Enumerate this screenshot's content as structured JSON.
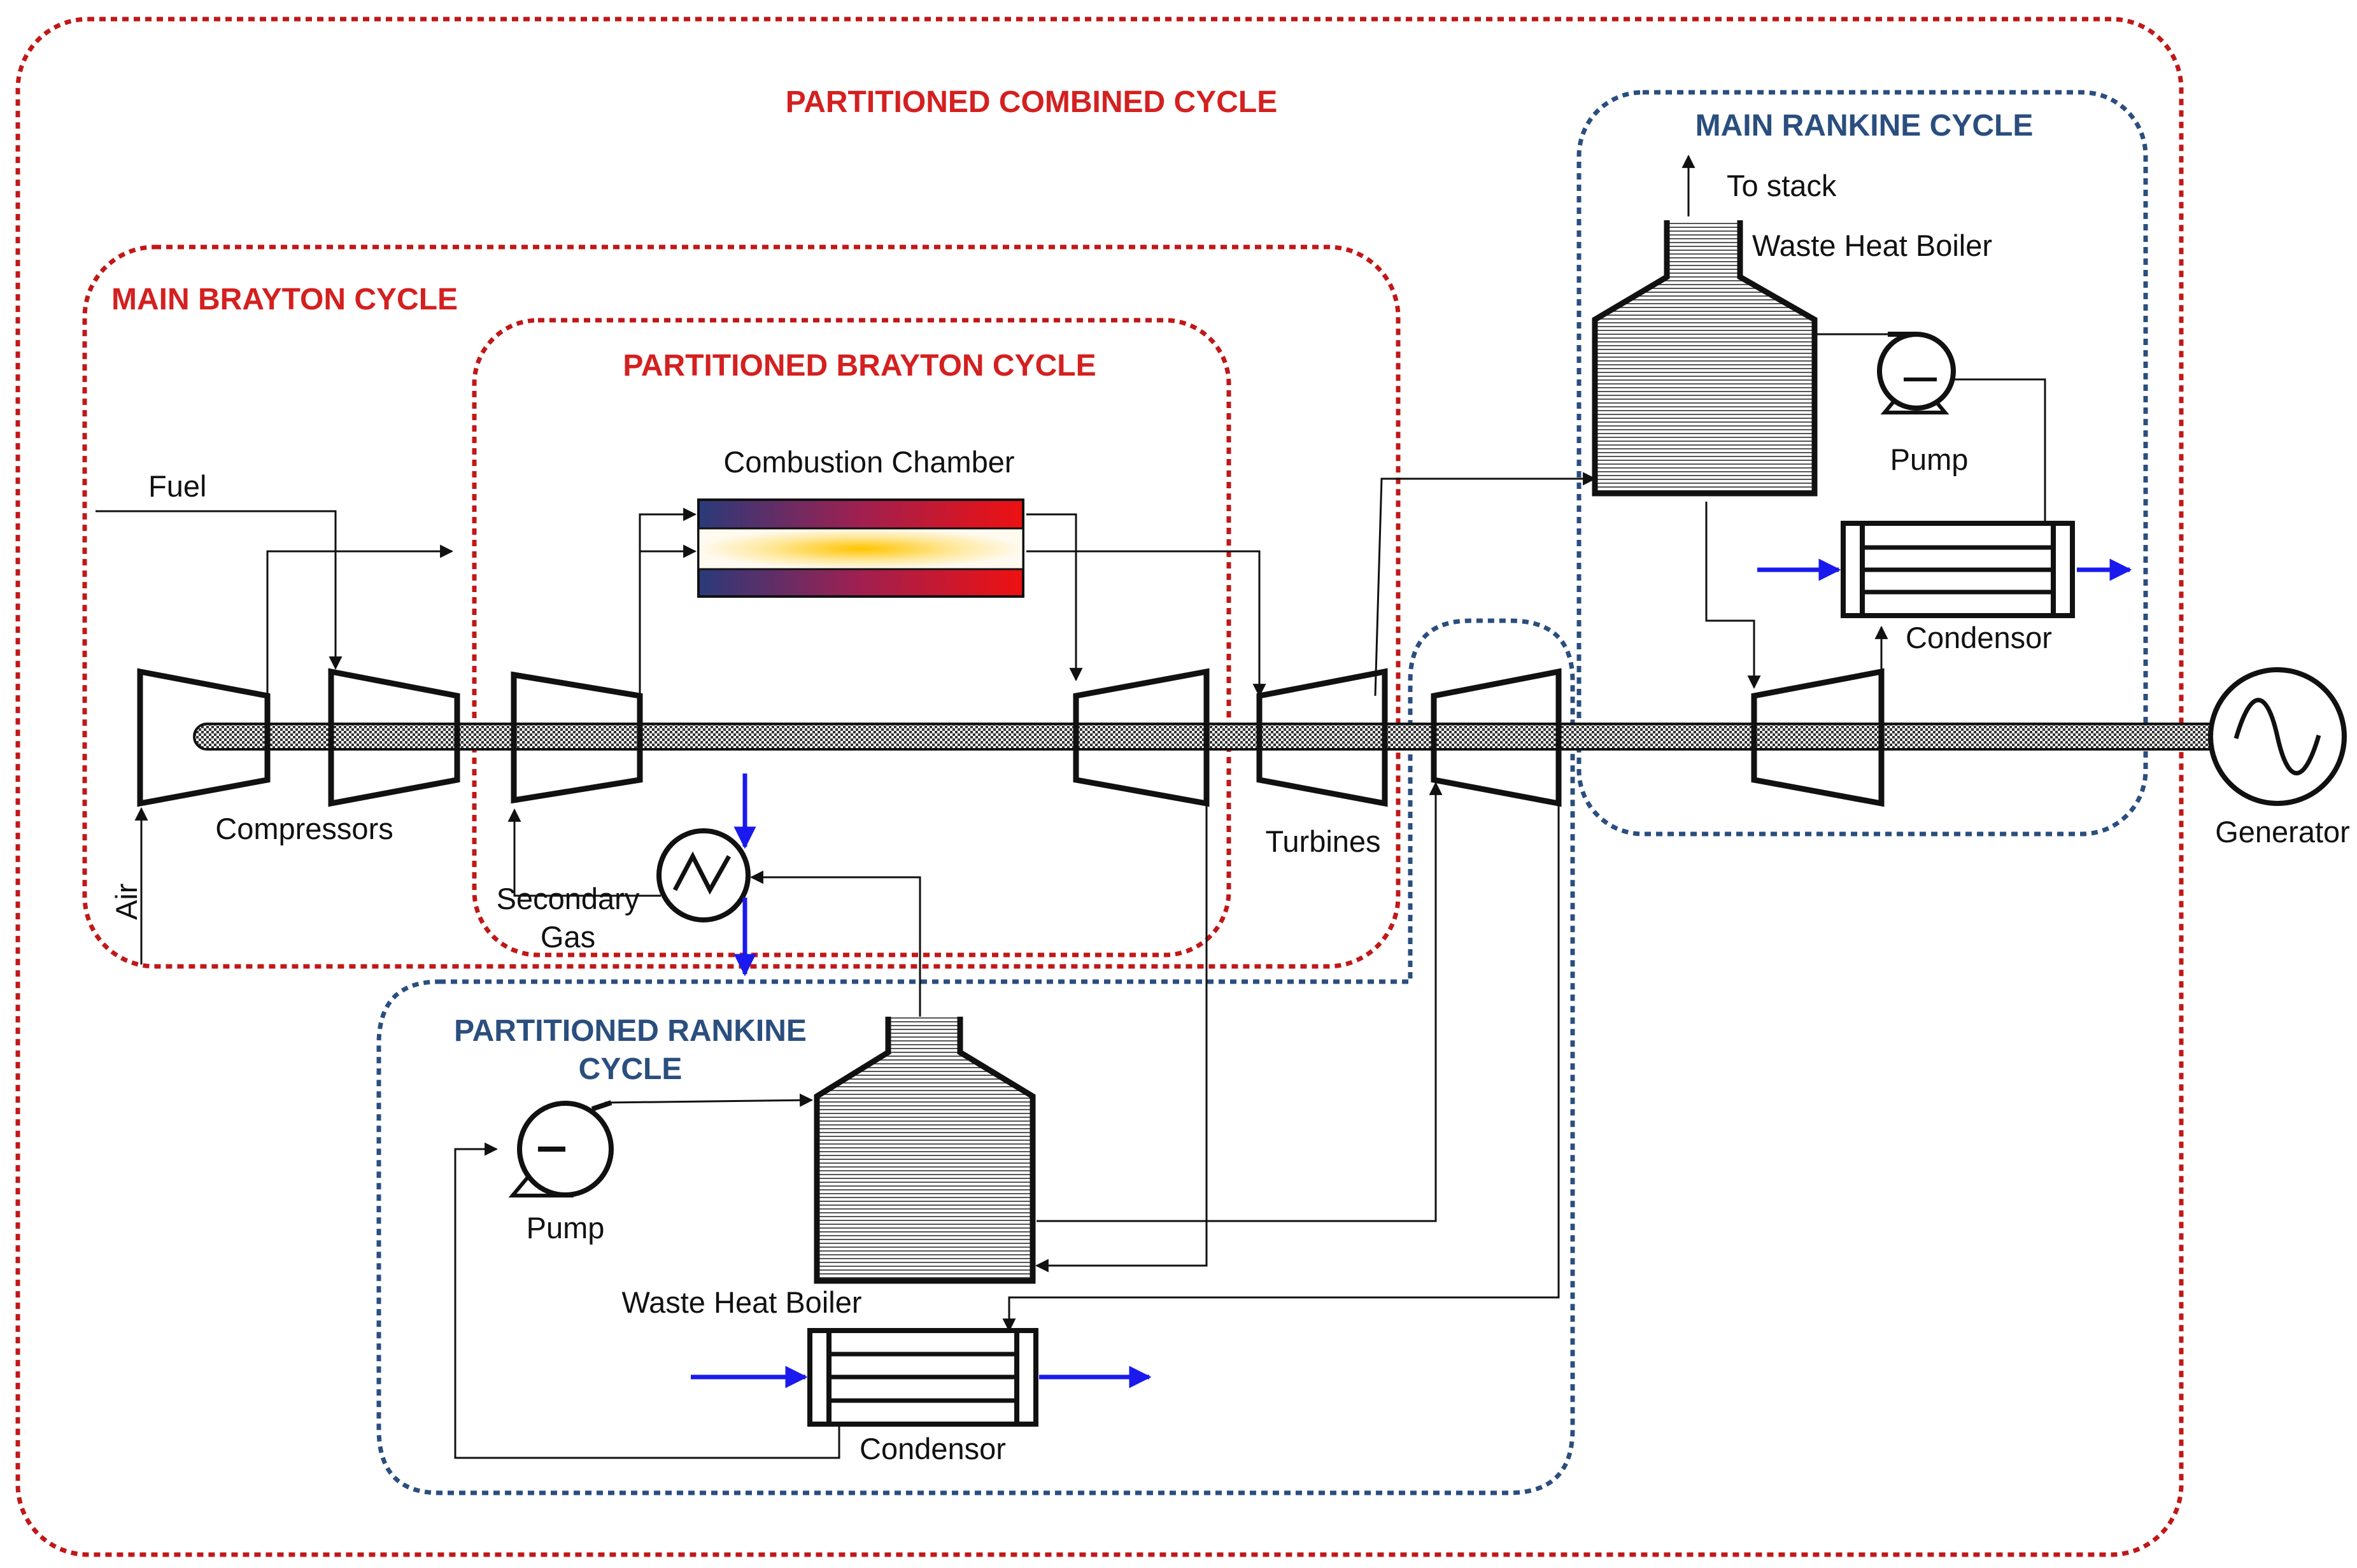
{
  "titles": {
    "combined": "PARTITIONED COMBINED CYCLE",
    "main_brayton": "MAIN BRAYTON CYCLE",
    "partitioned_brayton": "PARTITIONED BRAYTON CYCLE",
    "main_rankine": "MAIN RANKINE CYCLE",
    "partitioned_rankine_line1": "PARTITIONED RANKINE",
    "partitioned_rankine_line2": "CYCLE"
  },
  "labels": {
    "fuel": "Fuel",
    "air": "Air",
    "combustion_chamber": "Combustion Chamber",
    "compressors": "Compressors",
    "turbines": "Turbines",
    "secondary_line1": "Secondary",
    "secondary_line2": "Gas",
    "generator": "Generator",
    "to_stack": "To stack",
    "whb_top": "Waste Heat Boiler",
    "pump_top": "Pump",
    "condensor_top": "Condensor",
    "pump_bottom": "Pump",
    "whb_bottom": "Waste Heat Boiler",
    "condensor_bottom": "Condensor"
  },
  "colors": {
    "brayton_boundary": "#c01818",
    "rankine_boundary": "#2a4e7e",
    "cooling_water": "#1a1aee",
    "flame_core": "#ffcc33",
    "chamber_cold": "#2a3a7a",
    "chamber_hot": "#ee1111"
  }
}
